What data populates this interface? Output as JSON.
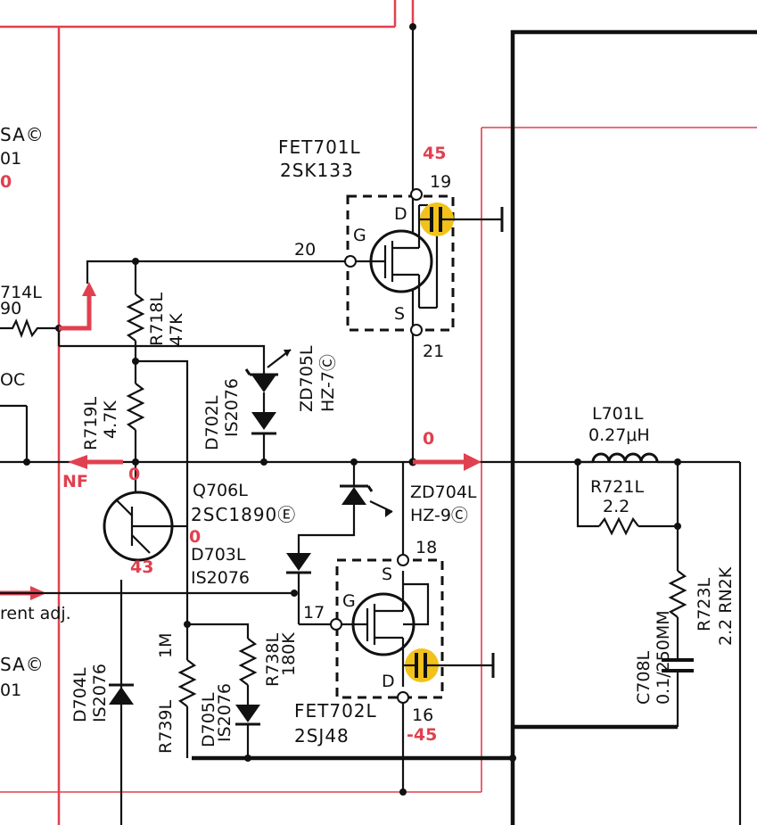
{
  "labels": {
    "fet701_name": "FET701L",
    "fet701_type": "2SK133",
    "fet702_name": "FET702L",
    "fet702_type": "2SJ48",
    "pin_19": "19",
    "pin_20": "20",
    "pin_21": "21",
    "pin_18": "18",
    "pin_17": "17",
    "pin_16": "16",
    "pin_d_top": "D",
    "pin_g_top": "G",
    "pin_s_top": "S",
    "pin_d_bot": "D",
    "pin_g_bot": "G",
    "pin_s_bot": "S",
    "r718_name": "R718L",
    "r718_val": "47K",
    "r719_name": "R719L",
    "r719_val": "4.7K",
    "zd705_name": "ZD705L",
    "zd705_type": "HZ-7Ⓒ",
    "d702_name": "D702L",
    "d702_type": "IS2076",
    "q706_name": "Q706L",
    "q706_type": "2SC1890Ⓔ",
    "d703_name": "D703L",
    "d703_type": "IS2076",
    "zd704_name": "ZD704L",
    "zd704_type": "HZ-9Ⓒ",
    "l701_name": "L701L",
    "l701_val": "0.27μH",
    "r721_name": "R721L",
    "r721_val": "2.2",
    "r723_label": "R723L",
    "r723_val": "2.2 RN2K",
    "c708_name": "C708L",
    "c708_val": "0.1/250MM",
    "r738_name": "R738L",
    "r738_val": "180K",
    "r739_name": "R739L",
    "r739_val": "1M",
    "d705_name": "D705L",
    "d705_type": "IS2076",
    "d704_name": "D704L",
    "d704_type": "IS2076",
    "edge_sa_top": "SA©",
    "edge_01_top": "01",
    "edge_714": "714L",
    "edge_90": "90",
    "edge_oc": "OC",
    "edge_current": "rent adj.",
    "edge_sa_bot": "SA©",
    "edge_01_bot": "01"
  },
  "voltages": {
    "v_45": "45",
    "v_neg45": "-45",
    "v_0_out": "0",
    "v_0_base": "0",
    "v_0_emitter": "0",
    "v_43": "43",
    "nf": "NF",
    "edge_0_left": "0"
  },
  "colors": {
    "signal_red": "#e0404f",
    "highlight_yellow": "#f2c21b",
    "ink": "#111111"
  }
}
